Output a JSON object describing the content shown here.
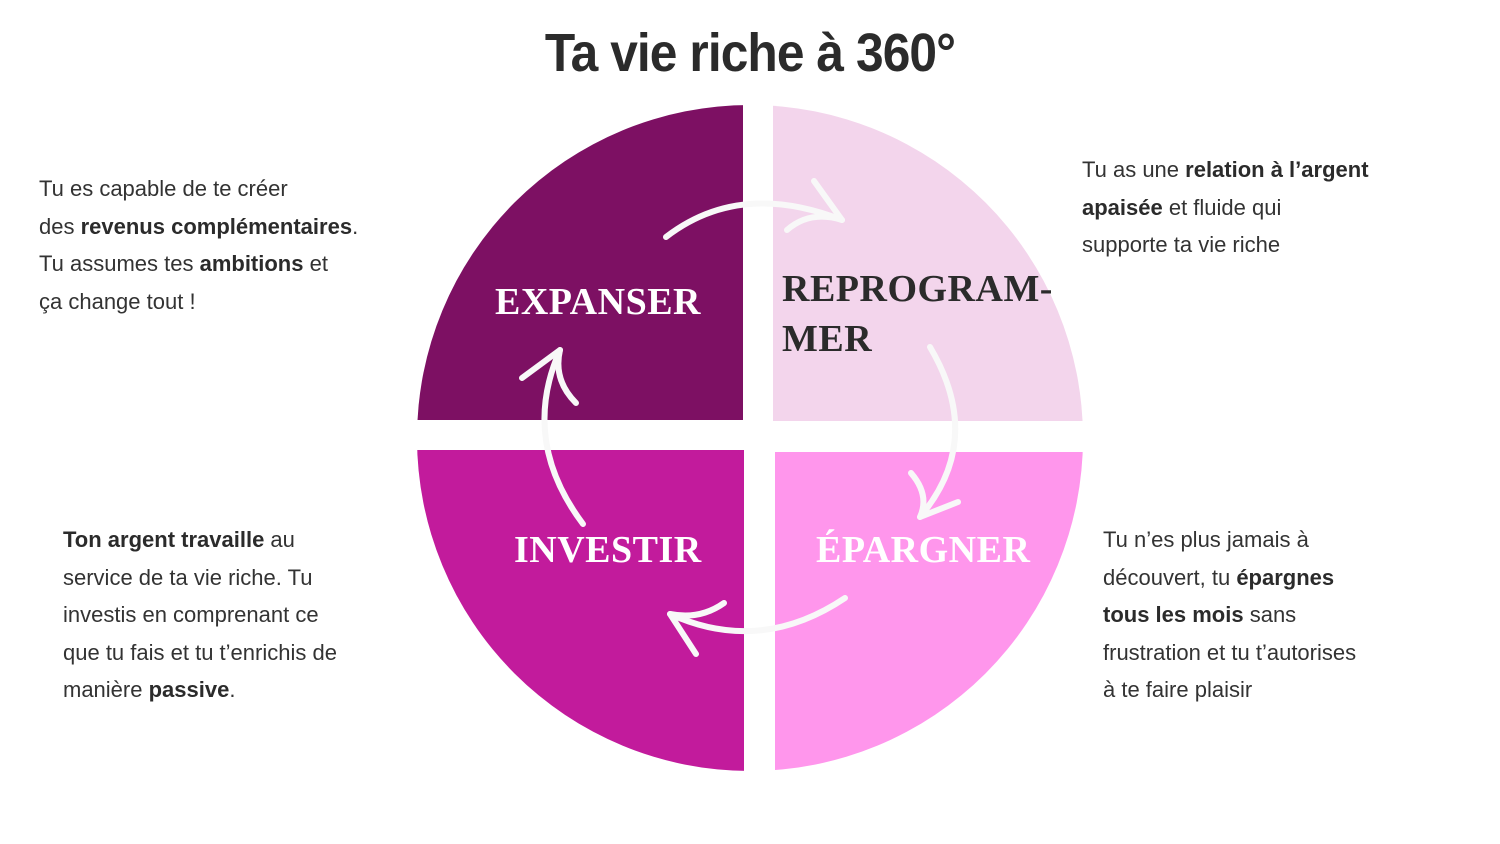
{
  "title": "Ta vie riche à 360°",
  "colors": {
    "expanser": "#7d1063",
    "reprogrammer": "#f3d5ec",
    "investir": "#c21b9c",
    "epargner": "#ff96ec",
    "arrow": "#f8f8f8",
    "text": "#333333"
  },
  "quadrants": {
    "expanser": {
      "label": "EXPANSER"
    },
    "reprogrammer": {
      "label_line1": "REPROGRAM-",
      "label_line2": "MER"
    },
    "investir": {
      "label": "INVESTIR"
    },
    "epargner": {
      "label": "ÉPARGNER"
    }
  },
  "descriptions": {
    "expanser": [
      [
        [
          "Tu es capable de te créer",
          false
        ]
      ],
      [
        [
          "des ",
          false
        ],
        [
          "revenus complémentaires",
          true
        ],
        [
          ".",
          false
        ]
      ],
      [
        [
          "Tu assumes tes ",
          false
        ],
        [
          "ambitions",
          true
        ],
        [
          " et",
          false
        ]
      ],
      [
        [
          "ça change tout !",
          false
        ]
      ]
    ],
    "reprogrammer": [
      [
        [
          "Tu as une ",
          false
        ],
        [
          "relation à l’argent",
          true
        ]
      ],
      [
        [
          "apaisée",
          true
        ],
        [
          " et fluide qui",
          false
        ]
      ],
      [
        [
          "supporte ta vie riche",
          false
        ]
      ]
    ],
    "investir": [
      [
        [
          "Ton argent travaille",
          true
        ],
        [
          " au",
          false
        ]
      ],
      [
        [
          "service de ta vie riche. Tu",
          false
        ]
      ],
      [
        [
          "investis en comprenant ce",
          false
        ]
      ],
      [
        [
          "que tu fais et tu t’enrichis de",
          false
        ]
      ],
      [
        [
          "manière ",
          false
        ],
        [
          "passive",
          true
        ],
        [
          ".",
          false
        ]
      ]
    ],
    "epargner": [
      [
        [
          "Tu n’es plus jamais à",
          false
        ]
      ],
      [
        [
          "découvert, tu ",
          false
        ],
        [
          "épargnes",
          true
        ]
      ],
      [
        [
          "tous les mois",
          true
        ],
        [
          " sans",
          false
        ]
      ],
      [
        [
          "frustration et tu t’autorises",
          false
        ]
      ],
      [
        [
          "à te faire plaisir",
          false
        ]
      ]
    ]
  }
}
